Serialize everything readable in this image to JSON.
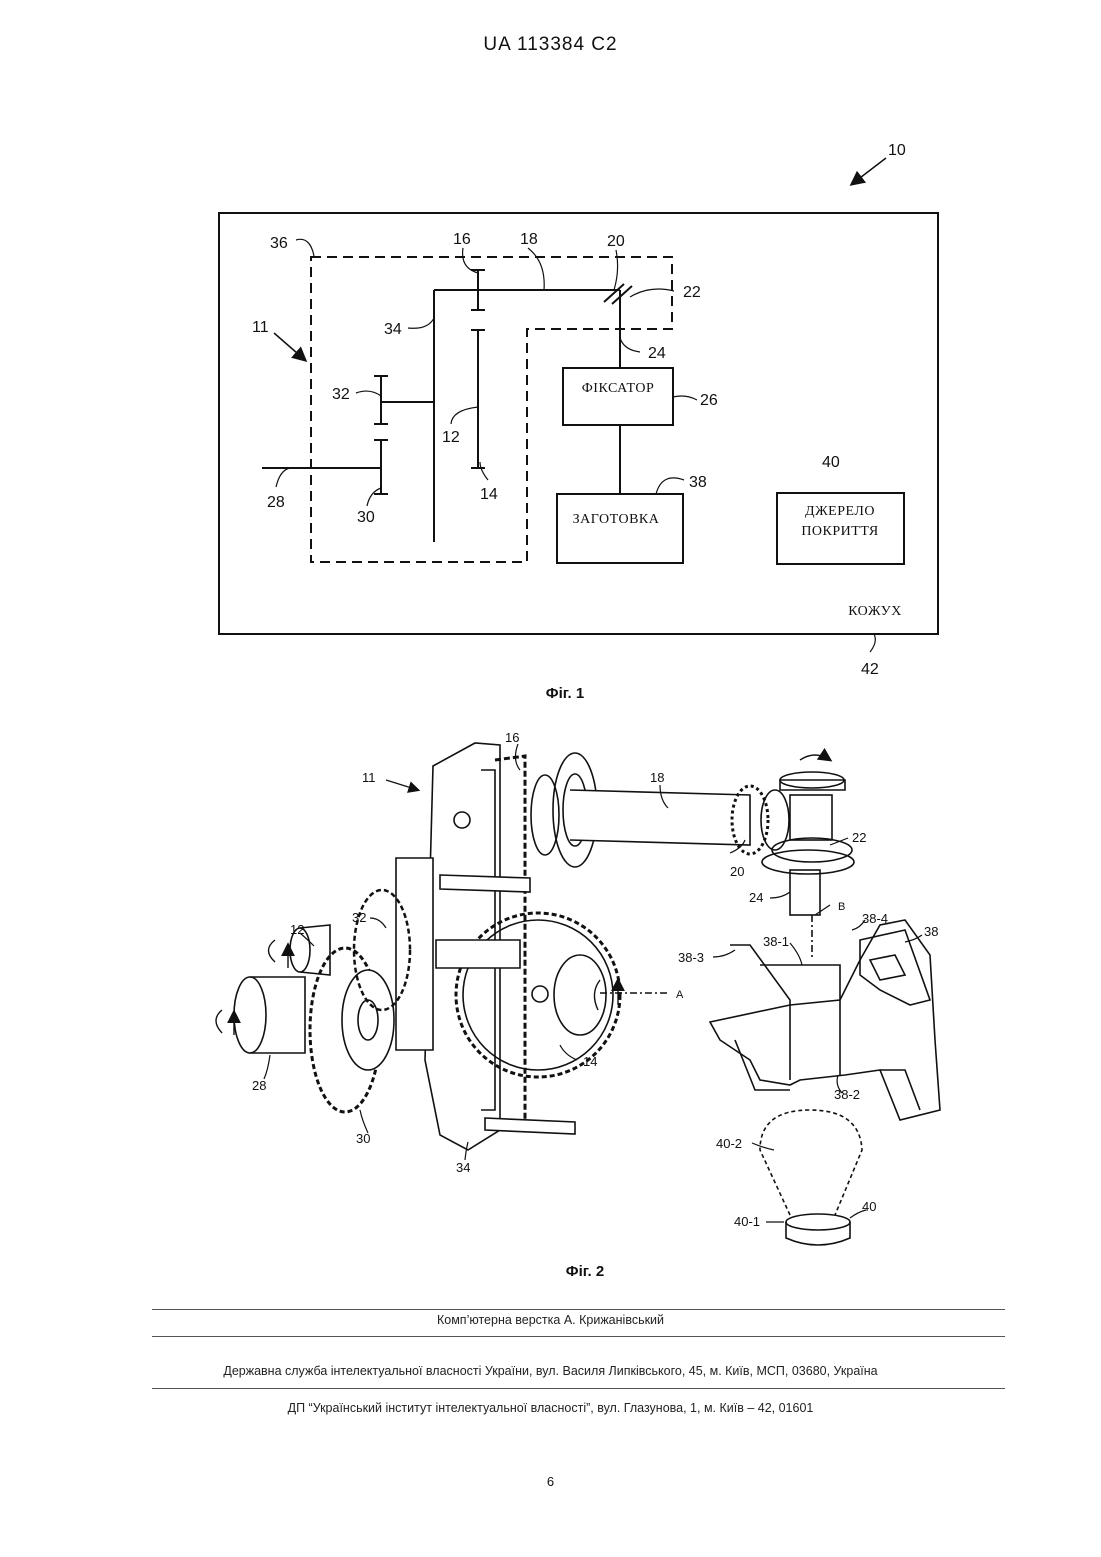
{
  "header": {
    "doc_id": "UA   113384   C2"
  },
  "fig1": {
    "caption": "Фіг. 1",
    "labels": {
      "l10": "10",
      "l11": "11",
      "l12": "12",
      "l14": "14",
      "l16": "16",
      "l18": "18",
      "l20": "20",
      "l22": "22",
      "l24": "24",
      "l26": "26",
      "l28": "28",
      "l30": "30",
      "l32": "32",
      "l34": "34",
      "l36": "36",
      "l38": "38",
      "l40": "40",
      "l42": "42"
    },
    "boxes": {
      "fixator": "ФІКСАТОР",
      "workpiece": "ЗАГОТОВКА",
      "source_line1": "ДЖЕРЕЛО",
      "source_line2": "ПОКРИТТЯ",
      "housing": "КОЖУХ"
    }
  },
  "fig2": {
    "caption": "Фіг. 2",
    "labels": {
      "l11": "11",
      "l12": "12",
      "l14": "14",
      "l16": "16",
      "l18": "18",
      "l20": "20",
      "l22": "22",
      "l24": "24",
      "l28": "28",
      "l30": "30",
      "l32": "32",
      "l34": "34",
      "l38": "38",
      "l38_1": "38-1",
      "l38_2": "38-2",
      "l38_3": "38-3",
      "l38_4": "38-4",
      "l40": "40",
      "l40_1": "40-1",
      "l40_2": "40-2",
      "lA": "A",
      "lB": "B"
    }
  },
  "footer": {
    "layout": "Комп’ютерна верстка А. Крижанівський",
    "service": "Державна служба інтелектуальної власності України, вул. Василя Липківського, 45, м. Київ, МСП, 03680, Україна",
    "institute": "ДП “Український інститут інтелектуальної власності”, вул. Глазунова, 1, м. Київ – 42, 01601"
  },
  "page_number": "6"
}
